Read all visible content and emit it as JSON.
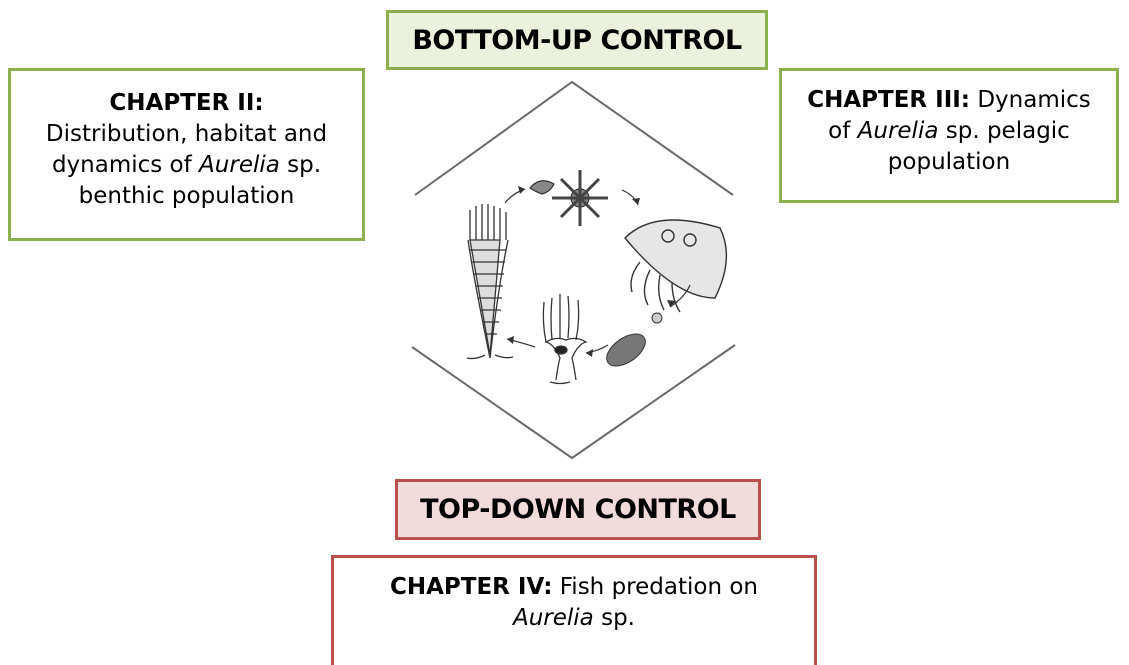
{
  "top_label": "BOTTOM-UP CONTROL",
  "bottom_label": "TOP-DOWN CONTROL",
  "chapters": {
    "ch2": {
      "head": "CHAPTER II:",
      "lines": [
        "Distribution, habitat and",
        "dynamics of ",
        "Aurelia",
        " sp.",
        "benthic population"
      ]
    },
    "ch3": {
      "head": "CHAPTER III:",
      "tail1": " Dynamics",
      "line2a": "of ",
      "line2b": "Aurelia",
      "line2c": " sp. pelagic",
      "line3": "population"
    },
    "ch4": {
      "head": "CHAPTER IV:",
      "tail1": " Fish predation on",
      "line2a": "Aurelia",
      "line2b": " sp."
    }
  },
  "colors": {
    "green_border": "#8cb04e",
    "green_fill": "#eaf1dd",
    "red_border": "#b9504e",
    "red_fill": "#f2dcdb"
  }
}
